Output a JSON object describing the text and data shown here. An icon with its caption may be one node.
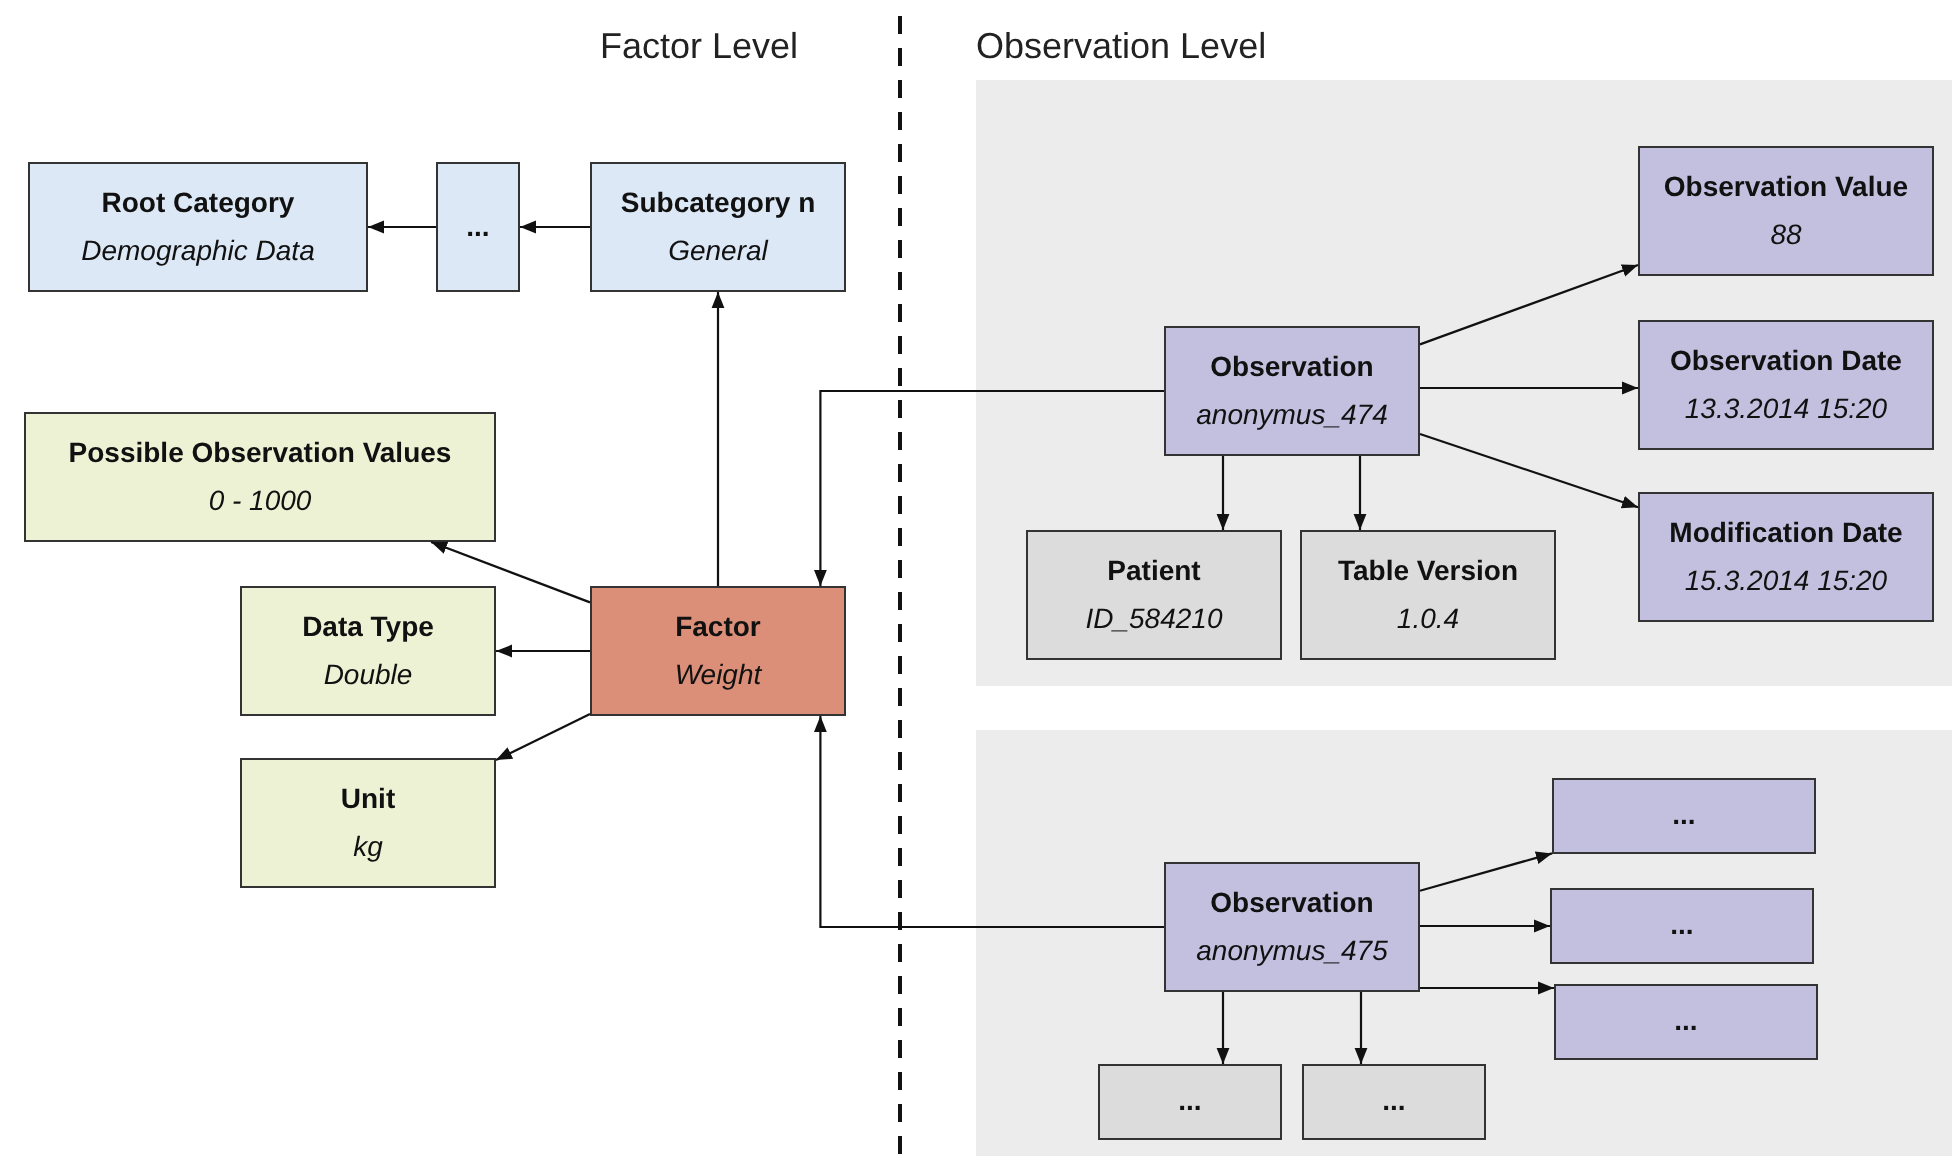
{
  "diagram": {
    "nodes": [
      {
        "text": [
          "Root Category",
          "Demographic Data"
        ]
      },
      {
        "text": [
          "..."
        ]
      },
      {
        "text": [
          "Subcategory n",
          "General"
        ]
      },
      {
        "text": [
          "Possible Observation Values",
          "0 - 1000"
        ]
      },
      {
        "text": [
          "Data Type",
          "Double"
        ]
      },
      {
        "text": [
          "Factor",
          "Weight"
        ]
      },
      {
        "text": [
          "Unit",
          "kg"
        ]
      },
      {
        "text": [],
        "shape": "box"
      },
      {
        "text": [
          "Observation",
          "anonymus_474"
        ],
        "in": 7
      },
      {
        "text": [
          "Observation Value",
          "88"
        ],
        "in": 7
      },
      {
        "text": [
          "Observation Date",
          "13.3.2014 15:20"
        ],
        "in": 7
      },
      {
        "text": [
          "Modification Date",
          "15.3.2014 15:20"
        ],
        "in": 7
      },
      {
        "text": [
          "Patient",
          "ID_584210"
        ],
        "in": 7
      },
      {
        "text": [
          "Table Version",
          "1.0.4"
        ],
        "in": 7
      },
      {
        "text": [],
        "shape": "box"
      },
      {
        "text": [
          "Observation",
          "anonymus_475"
        ],
        "in": 14
      },
      {
        "text": [
          "..."
        ],
        "in": 14
      },
      {
        "text": [
          "..."
        ],
        "in": 14
      },
      {
        "text": [
          "..."
        ],
        "in": 14
      },
      {
        "text": [
          "..."
        ],
        "in": 14
      },
      {
        "text": [
          "..."
        ],
        "in": 14
      }
    ],
    "edges": [
      {
        "from": 1,
        "to": 0,
        "arrow": "to"
      },
      {
        "from": 2,
        "to": 1,
        "arrow": "to"
      },
      {
        "from": 5,
        "to": 2,
        "arrow": "to"
      },
      {
        "from": 5,
        "to": 3,
        "arrow": "to"
      },
      {
        "from": 5,
        "to": 4,
        "arrow": "to"
      },
      {
        "from": 5,
        "to": 6,
        "arrow": "to"
      },
      {
        "from": 8,
        "to": 5,
        "arrow": "to"
      },
      {
        "from": 8,
        "to": 9,
        "arrow": "to"
      },
      {
        "from": 8,
        "to": 10,
        "arrow": "to"
      },
      {
        "from": 8,
        "to": 11,
        "arrow": "to"
      },
      {
        "from": 8,
        "to": 12,
        "arrow": "to"
      },
      {
        "from": 8,
        "to": 13,
        "arrow": "to"
      },
      {
        "from": 15,
        "to": 5,
        "arrow": "to"
      },
      {
        "from": 15,
        "to": 16,
        "arrow": "to"
      },
      {
        "from": 15,
        "to": 17,
        "arrow": "to"
      },
      {
        "from": 15,
        "to": 18,
        "arrow": "to"
      },
      {
        "from": 15,
        "to": 19,
        "arrow": "to"
      },
      {
        "from": 15,
        "to": 20,
        "arrow": "to"
      }
    ],
    "labels": [
      "Factor Level",
      "Observation Level"
    ]
  }
}
